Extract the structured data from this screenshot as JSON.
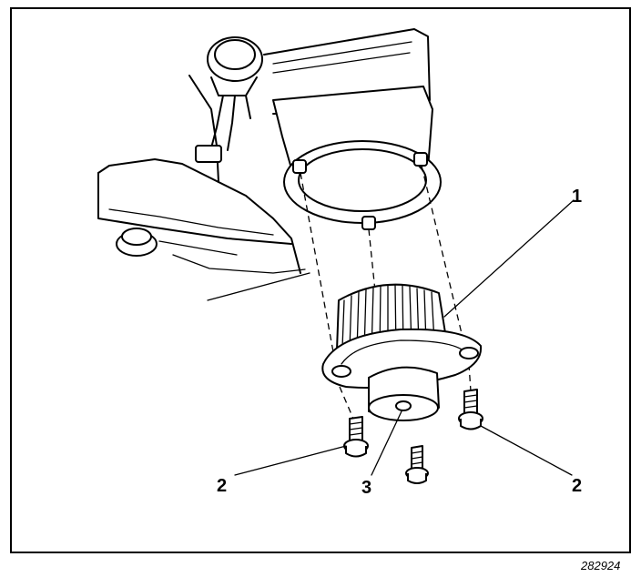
{
  "callouts": {
    "blower_motor": "1",
    "screw_left": "2",
    "screw_right": "2",
    "shaft_nut": "3"
  },
  "figure_number": "282924",
  "colors": {
    "line": "#000000",
    "background": "#ffffff"
  }
}
